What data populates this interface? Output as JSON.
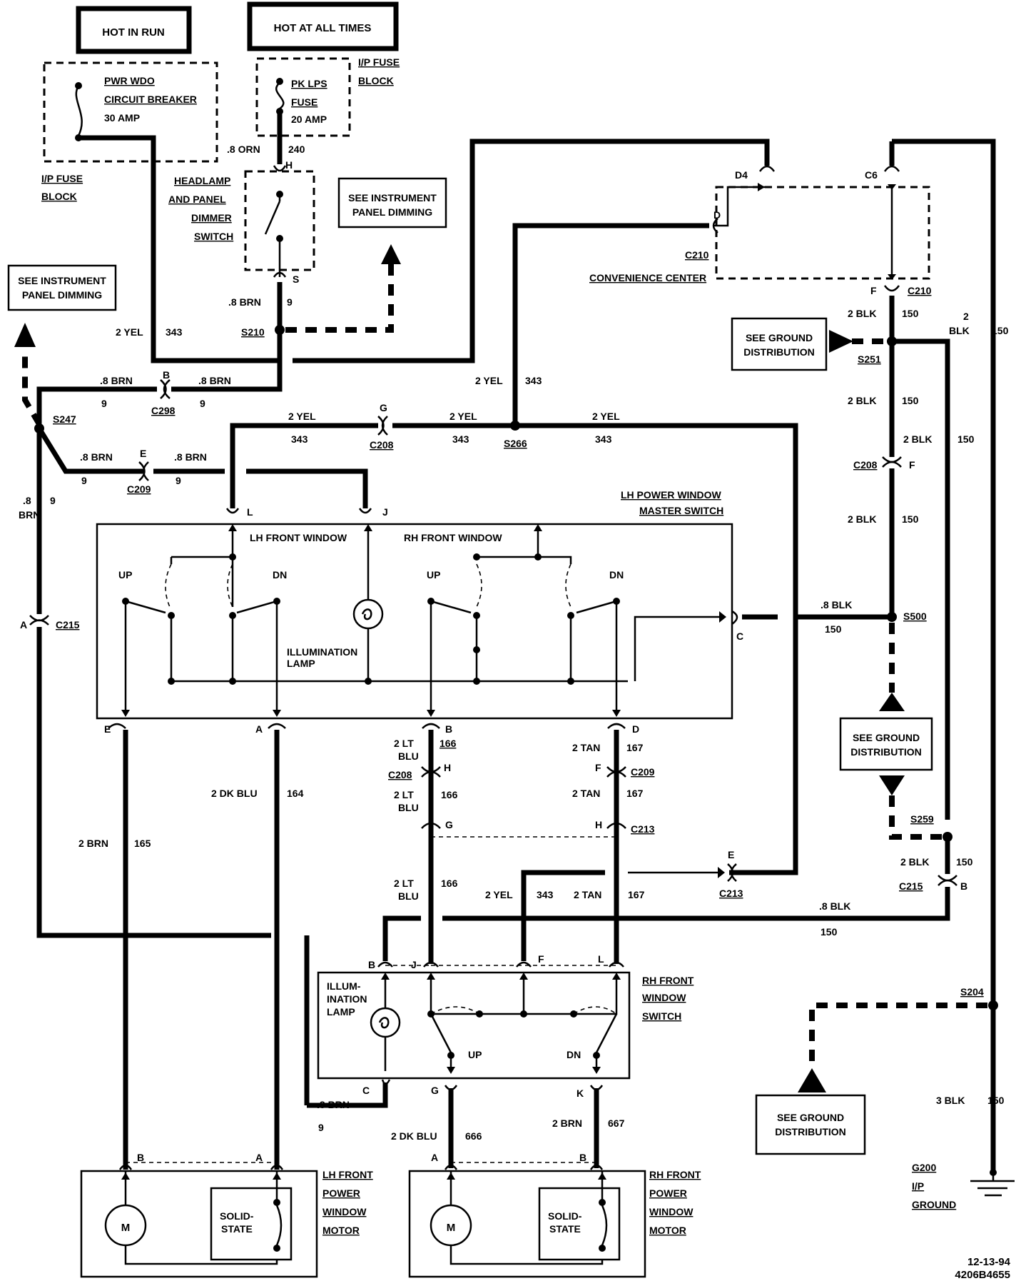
{
  "labels": {
    "hot_in_run": "HOT IN RUN",
    "hot_at_all_times": "HOT AT ALL TIMES",
    "ip_fuse_block_1": "I/P FUSE",
    "ip_fuse_block_2": "BLOCK",
    "pwr_wdo_1": "PWR WDO",
    "pwr_wdo_2": "CIRCUIT BREAKER",
    "pwr_wdo_3": "30 AMP",
    "pk_lps_1": "PK LPS",
    "pk_lps_2": "FUSE",
    "pk_lps_3": "20 AMP",
    "headlamp_1": "HEADLAMP",
    "headlamp_2": "AND PANEL",
    "headlamp_3": "DIMMER",
    "headlamp_4": "SWITCH",
    "see_ipd_1": "SEE INSTRUMENT",
    "see_ipd_2": "PANEL DIMMING",
    "see_gd_1": "SEE GROUND",
    "see_gd_2": "DISTRIBUTION",
    "convenience_center": "CONVENIENCE CENTER",
    "lh_master_1": "LH POWER WINDOW",
    "lh_master_2": "MASTER SWITCH",
    "lh_front_window": "LH FRONT WINDOW",
    "rh_front_window": "RH FRONT WINDOW",
    "up": "UP",
    "dn": "DN",
    "illum_lamp_1": "ILLUMINATION",
    "illum_lamp_2": "LAMP",
    "illum2_1": "ILLUM-",
    "illum2_2": "INATION",
    "illum2_3": "LAMP",
    "rh_switch_1": "RH FRONT",
    "rh_switch_2": "WINDOW",
    "rh_switch_3": "SWITCH",
    "lh_motor_1": "LH FRONT",
    "motor_2": "POWER",
    "motor_3": "WINDOW",
    "motor_4": "MOTOR",
    "rh_motor_1": "RH FRONT",
    "solid_1": "SOLID-",
    "solid_2": "STATE",
    "m": "M",
    "g200_1": "G200",
    "g200_2": "I/P",
    "g200_3": "GROUND",
    "date": "12-13-94",
    "code": "4206B4655"
  },
  "wires": {
    "orn_08": ".8 ORN",
    "c240": "240",
    "brn_08": ".8 BRN",
    "c9": "9",
    "yel_2": "2 YEL",
    "c343": "343",
    "blk_2": "2 BLK",
    "blk_2a": "2",
    "blk_2b": "BLK",
    "c150": "150",
    "blk_08": ".8 BLK",
    "brn_08a": ".8",
    "brn_08b": "BRN",
    "dkblu_2": "2 DK BLU",
    "c164": "164",
    "brn_2": "2 BRN",
    "c165": "165",
    "ltblu_2a": "2 LT",
    "ltblu_2b": "BLU",
    "c166": "166",
    "tan_2": "2 TAN",
    "c167": "167",
    "dkblu_666": "666",
    "c667": "667",
    "blk_3": "3 BLK"
  },
  "connectors": {
    "s210": "S210",
    "s247": "S247",
    "s266": "S266",
    "s251": "S251",
    "s500": "S500",
    "s259": "S259",
    "s204": "S204",
    "c298": "C298",
    "c208": "C208",
    "c209": "C209",
    "c210": "C210",
    "c215": "C215",
    "c213": "C213",
    "p_H": "H",
    "p_S": "S",
    "p_B": "B",
    "p_E": "E",
    "p_G": "G",
    "p_D4": "D4",
    "p_C6": "C6",
    "p_D": "D",
    "p_F": "F",
    "p_L": "L",
    "p_J": "J",
    "p_C": "C",
    "p_A": "A",
    "p_K": "K"
  }
}
